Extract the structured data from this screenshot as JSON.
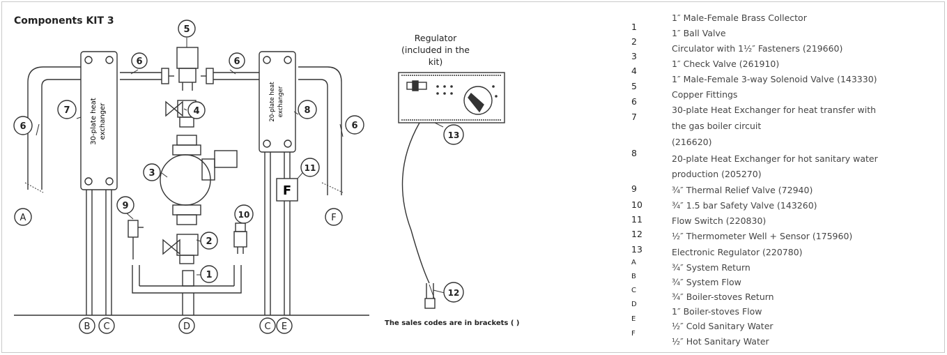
{
  "title": "Components KIT 3",
  "regulator_title": [
    "Regulator",
    "(included in the kit)"
  ],
  "sales_note": "The sales codes are in brackets ( )",
  "exchanger_left_label": [
    "30-plate heat",
    "exchanger"
  ],
  "exchanger_right_label": [
    "20-plate heat",
    "exchanger"
  ],
  "flow_switch_letter": "F",
  "callouts": {
    "c1": "1",
    "c2": "2",
    "c3": "3",
    "c4": "4",
    "c5": "5",
    "c6": "6",
    "c7": "7",
    "c8": "8",
    "c9": "9",
    "c10": "10",
    "c11": "11",
    "c12": "12",
    "c13": "13",
    "ca": "A",
    "cb": "B",
    "cc": "C",
    "cd": "D",
    "ce": "E",
    "cf": "F"
  },
  "legend_numbers": [
    "1",
    "2",
    "3",
    "4",
    "5",
    "6",
    "7",
    "8",
    "9",
    "10",
    "11",
    "12",
    "13",
    "A",
    "B",
    "C",
    "D",
    "E",
    "F"
  ],
  "legend_lines": [
    "1″ Male-Female Brass Collector",
    "1″ Ball Valve",
    "Circulator with 1½″ Fasteners (219660)",
    "1″ Check Valve (261910)",
    "1″ Male-Female 3-way Solenoid Valve (143330)",
    "Copper Fittings",
    "30-plate Heat Exchanger for heat transfer with",
    "the gas boiler circuit",
    "(216620)",
    "20-plate Heat Exchanger for hot sanitary water",
    "production (205270)",
    "¾″ Thermal Relief Valve (72940)",
    "¾″ 1.5 bar Safety Valve (143260)",
    "Flow Switch (220830)",
    "½″ Thermometer Well + Sensor (175960)",
    "Electronic Regulator (220780)",
    "¾″ System Return",
    "¾″ System Flow",
    "¾″ Boiler-stoves Return",
    "1″ Boiler-stoves Flow",
    "½″ Cold Sanitary Water",
    "½″ Hot Sanitary Water"
  ]
}
